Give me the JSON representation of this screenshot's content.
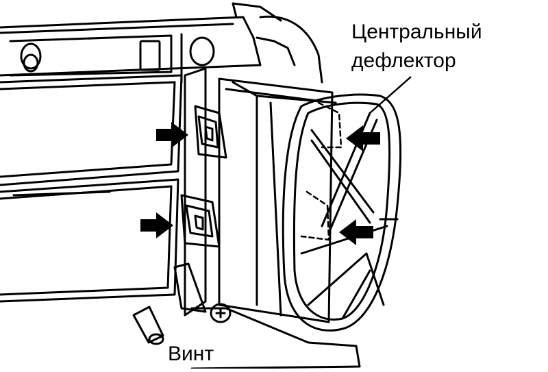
{
  "labels": {
    "central_deflector_line1": "Центральный",
    "central_deflector_line2": "дефлектор",
    "screw": "Винт"
  },
  "colors": {
    "line": "#000000",
    "background": "#ffffff",
    "arrow": "#000000"
  },
  "icons": [
    "push-arrow-icon",
    "screw-icon"
  ]
}
